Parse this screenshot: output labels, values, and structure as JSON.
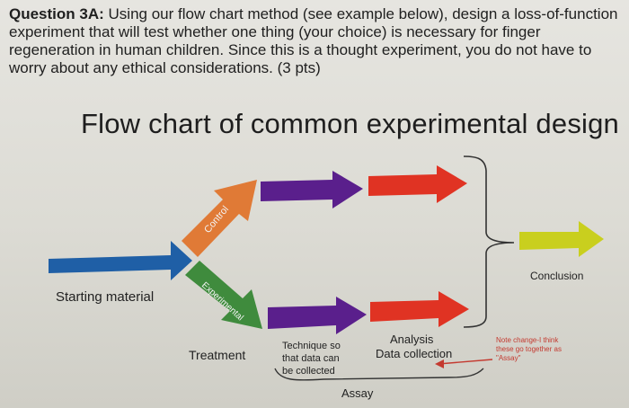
{
  "question": {
    "label": "Question 3A:",
    "text": "Using our flow chart method (see example below), design a loss-of-function experiment that will test whether one thing (your choice) is necessary for finger regeneration in human children. Since this is a thought experiment, you do not have to worry about any ethical considerations. (3 pts)"
  },
  "slide": {
    "title": "Flow chart of common experimental design"
  },
  "diagram": {
    "starting_material": "Starting material",
    "control": "Control",
    "experimental": "Experimental",
    "treatment": "Treatment",
    "technique_line1": "Technique so",
    "technique_line2": "that data can",
    "technique_line3": "be collected",
    "analysis": "Analysis",
    "data_collection": "Data collection",
    "assay": "Assay",
    "conclusion": "Conclusion",
    "note_line1": "Note change-I think",
    "note_line2": "these go together as",
    "note_line3": "\"Assay\""
  },
  "colors": {
    "blue": "#1f5fa6",
    "orange": "#e07a36",
    "green": "#3f8b3d",
    "purple": "#5a1f8c",
    "red": "#e03323",
    "yellow": "#c9cf1e",
    "note_red": "#c43a30"
  }
}
